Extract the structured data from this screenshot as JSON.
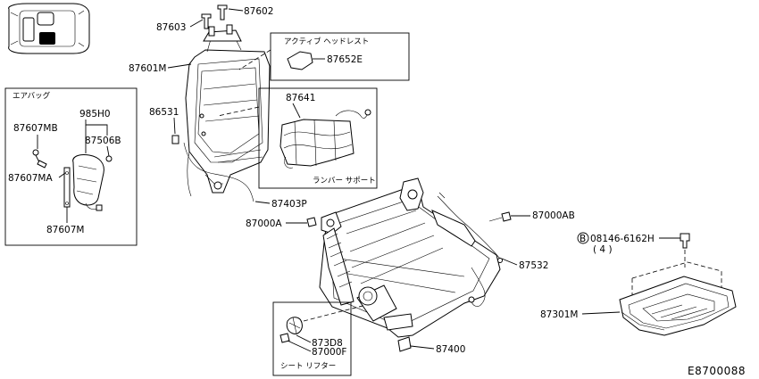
{
  "panels": {
    "airbag_title": "エアバッグ",
    "active_headrest_title": "アクティブ ヘッドレスト",
    "lumbar_title": "ランバー サポート",
    "seat_lifter_title": "シート リフター"
  },
  "callouts": {
    "p87603": "87603",
    "p87602": "87602",
    "p87601M": "87601M",
    "p87652E": "87652E",
    "p86531": "86531",
    "p87641": "87641",
    "p87403P": "87403P",
    "p87000A": "87000A",
    "p87000AB": "87000AB",
    "p08146": "08146-6162H",
    "p08146_qty": "( 4 )",
    "bolt_mark": "B",
    "p87532": "87532",
    "p87301M": "87301M",
    "p873D8": "873D8",
    "p87000F": "87000F",
    "p87400": "87400",
    "p87607MB": "87607MB",
    "p985H0": "985H0",
    "p87506B": "87506B",
    "p87607MA": "87607MA",
    "p87607M": "87607M"
  },
  "diagram_code": "E8700088"
}
